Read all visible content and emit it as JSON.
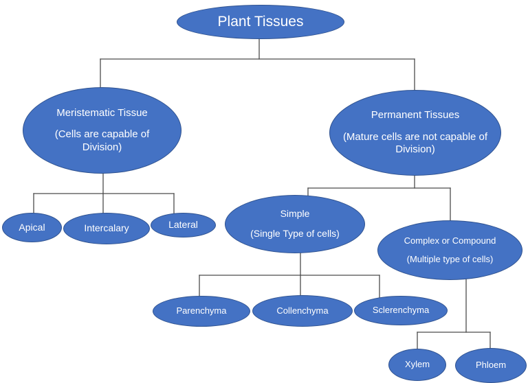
{
  "diagram": {
    "type": "tree-concept-map",
    "background": "#FFFFFF",
    "colors": {
      "node_fill": "#4472C4",
      "node_border": "#2F528F",
      "node_text": "#FFFFFF",
      "connector": "#4a4a4a"
    },
    "nodes": {
      "root": {
        "label": "Plant Tissues"
      },
      "meristematic": {
        "label": "Meristematic Tissue",
        "note": "(Cells are capable of Division)"
      },
      "permanent": {
        "label": "Permanent Tissues",
        "note": "(Mature cells are not capable of Division)"
      },
      "apical": {
        "label": "Apical"
      },
      "intercalary": {
        "label": "Intercalary"
      },
      "lateral": {
        "label": "Lateral"
      },
      "simple": {
        "label": "Simple",
        "note": "(Single Type of  cells)"
      },
      "complex": {
        "label": "Complex or Compound",
        "note": "(Multiple type of cells)"
      },
      "parenchyma": {
        "label": "Parenchyma"
      },
      "collenchyma": {
        "label": "Collenchyma"
      },
      "sclerenchyma": {
        "label": "Sclerenchyma"
      },
      "xylem": {
        "label": "Xylem"
      },
      "phloem": {
        "label": "Phloem"
      }
    },
    "edges": [
      {
        "from": "root",
        "to": "meristematic"
      },
      {
        "from": "root",
        "to": "permanent"
      },
      {
        "from": "meristematic",
        "to": "apical"
      },
      {
        "from": "meristematic",
        "to": "intercalary"
      },
      {
        "from": "meristematic",
        "to": "lateral"
      },
      {
        "from": "permanent",
        "to": "simple"
      },
      {
        "from": "permanent",
        "to": "complex"
      },
      {
        "from": "simple",
        "to": "parenchyma"
      },
      {
        "from": "simple",
        "to": "collenchyma"
      },
      {
        "from": "simple",
        "to": "sclerenchyma"
      },
      {
        "from": "complex",
        "to": "xylem"
      },
      {
        "from": "complex",
        "to": "phloem"
      }
    ]
  }
}
